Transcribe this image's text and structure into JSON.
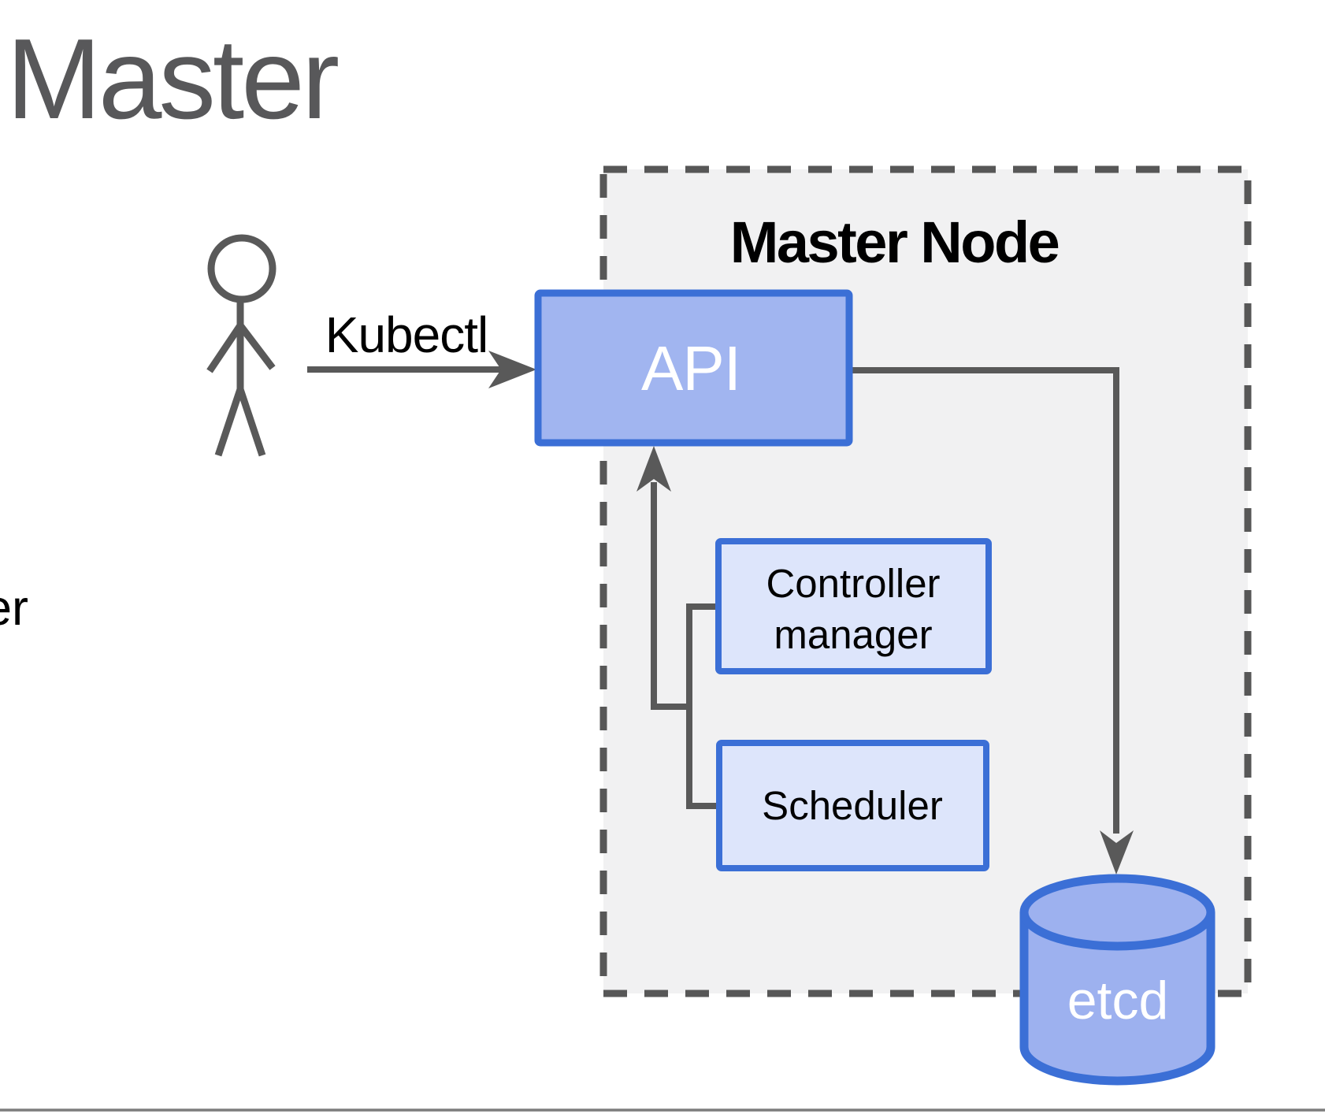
{
  "colors": {
    "canvas_bg": "#ffffff",
    "title_gray": "#58585a",
    "node_area_fill": "#f1f1f2",
    "dash_gray": "#575757",
    "line_gray": "#595959",
    "blue_border": "#3b6fd6",
    "api_fill": "#a1b5f0",
    "light_node_fill": "#dde5fb",
    "etcd_fill": "#9db1ef",
    "text_black": "#000000",
    "text_white": "#ffffff",
    "bottom_rule_gray": "#7d7d7d"
  },
  "page": {
    "title": "Master",
    "left_edge_cutoff_text": "er"
  },
  "diagram": {
    "container": {
      "label": "Master Node"
    },
    "actor": {
      "icon": "stick-figure-person"
    },
    "edges": {
      "kubectl_label": "Kubectl"
    },
    "nodes": {
      "api": {
        "label": "API"
      },
      "controller_manager": {
        "line1": "Controller",
        "line2": "manager"
      },
      "scheduler": {
        "label": "Scheduler"
      },
      "etcd": {
        "label": "etcd"
      }
    }
  }
}
